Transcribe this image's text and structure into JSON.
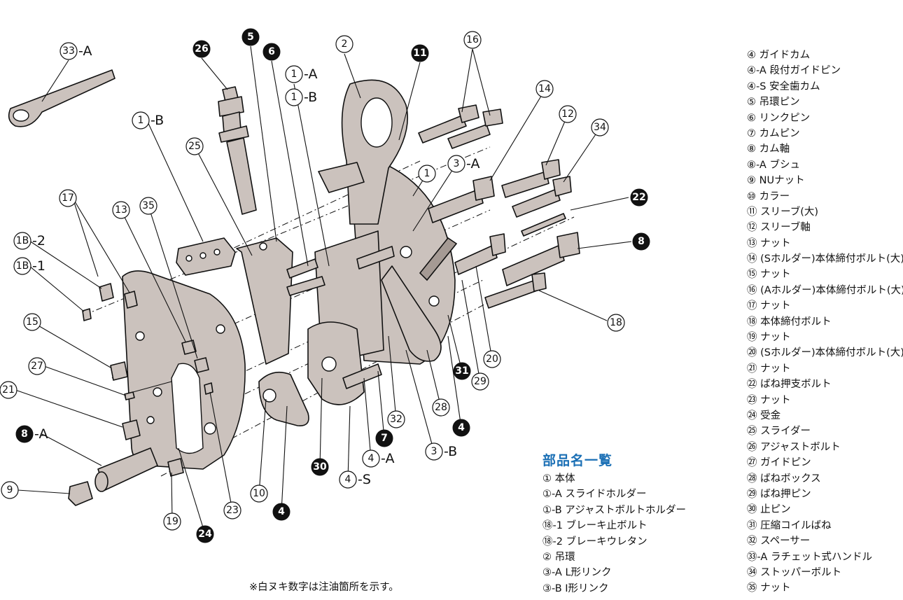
{
  "legend": {
    "title": "部品名一覧",
    "left_items": [
      "① 本体",
      "①-A スライドホルダー",
      "①-B アジャストボルトホルダー",
      "⑱-1 ブレーキ止ボルト",
      "⑱-2 ブレーキウレタン",
      "② 吊環",
      "③-A L形リンク",
      "③-B I形リンク"
    ],
    "right_items": [
      "④ ガイドカム",
      "④-A 段付ガイドピン",
      "④-S 安全歯カム",
      "⑤ 吊環ピン",
      "⑥ リンクピン",
      "⑦ カムピン",
      "⑧ カム軸",
      "⑧-A ブシュ",
      "⑨ NUナット",
      "⑩ カラー",
      "⑪ スリーブ(大)",
      "⑫ スリーブ軸",
      "⑬ ナット",
      "⑭ (Sホルダー)本体締付ボルト(大)",
      "⑮ ナット",
      "⑯ (Aホルダー)本体締付ボルト(大)",
      "⑰ ナット",
      "⑱ 本体締付ボルト",
      "⑲ ナット",
      "⑳ (Sホルダー)本体締付ボルト(大)",
      "㉑ ナット",
      "㉒ ばね押支ボルト",
      "㉓ ナット",
      "㉔ 受金",
      "㉕ スライダー",
      "㉖ アジャストボルト",
      "㉗ ガイドピン",
      "㉘ ばねボックス",
      "㉙ ばね押ピン",
      "㉚ 止ピン",
      "㉛ 圧縮コイルばね",
      "㉜ スペーサー",
      "㉝-A ラチェット式ハンドル",
      "㉞ ストッパーボルト",
      "㉟ ナット"
    ]
  },
  "footnote": "※白ヌキ数字は注油箇所を示す。",
  "callouts": [
    {
      "label": "33",
      "suffix": "-A",
      "filled": false
    },
    {
      "label": "26",
      "suffix": "",
      "filled": true
    },
    {
      "label": "5",
      "suffix": "",
      "filled": true
    },
    {
      "label": "6",
      "suffix": "",
      "filled": true
    },
    {
      "label": "1",
      "suffix": "-A",
      "filled": false
    },
    {
      "label": "1",
      "suffix": "-B",
      "filled": false
    },
    {
      "label": "2",
      "suffix": "",
      "filled": false
    },
    {
      "label": "11",
      "suffix": "",
      "filled": true
    },
    {
      "label": "16",
      "suffix": "",
      "filled": false
    },
    {
      "label": "14",
      "suffix": "",
      "filled": false
    },
    {
      "label": "12",
      "suffix": "",
      "filled": false
    },
    {
      "label": "34",
      "suffix": "",
      "filled": false
    },
    {
      "label": "3",
      "suffix": "-A",
      "filled": false
    },
    {
      "label": "1",
      "suffix": "",
      "filled": false
    },
    {
      "label": "22",
      "suffix": "",
      "filled": true
    },
    {
      "label": "8",
      "suffix": "",
      "filled": true
    },
    {
      "label": "18",
      "suffix": "",
      "filled": false
    },
    {
      "label": "1",
      "suffix": "-B",
      "filled": false
    },
    {
      "label": "25",
      "suffix": "",
      "filled": false
    },
    {
      "label": "17",
      "suffix": "",
      "filled": false
    },
    {
      "label": "13",
      "suffix": "",
      "filled": false
    },
    {
      "label": "35",
      "suffix": "",
      "filled": false
    },
    {
      "label": "1B",
      "suffix": "-2",
      "filled": false
    },
    {
      "label": "1B",
      "suffix": "-1",
      "filled": false
    },
    {
      "label": "15",
      "suffix": "",
      "filled": false
    },
    {
      "label": "27",
      "suffix": "",
      "filled": false
    },
    {
      "label": "21",
      "suffix": "",
      "filled": false
    },
    {
      "label": "8",
      "suffix": "-A",
      "filled": true
    },
    {
      "label": "9",
      "suffix": "",
      "filled": false
    },
    {
      "label": "19",
      "suffix": "",
      "filled": false
    },
    {
      "label": "24",
      "suffix": "",
      "filled": true
    },
    {
      "label": "23",
      "suffix": "",
      "filled": false
    },
    {
      "label": "10",
      "suffix": "",
      "filled": false
    },
    {
      "label": "4",
      "suffix": "",
      "filled": true
    },
    {
      "label": "30",
      "suffix": "",
      "filled": true
    },
    {
      "label": "4",
      "suffix": "-S",
      "filled": false
    },
    {
      "label": "4",
      "suffix": "-A",
      "filled": false
    },
    {
      "label": "7",
      "suffix": "",
      "filled": true
    },
    {
      "label": "32",
      "suffix": "",
      "filled": false
    },
    {
      "label": "3",
      "suffix": "-B",
      "filled": false
    },
    {
      "label": "28",
      "suffix": "",
      "filled": false
    },
    {
      "label": "4",
      "suffix": "",
      "filled": true
    },
    {
      "label": "31",
      "suffix": "",
      "filled": true
    },
    {
      "label": "29",
      "suffix": "",
      "filled": false
    },
    {
      "label": "20",
      "suffix": "",
      "filled": false
    }
  ],
  "colors": {
    "part_fill": "#cbc2bd",
    "legend_title": "#1a6fb5"
  }
}
